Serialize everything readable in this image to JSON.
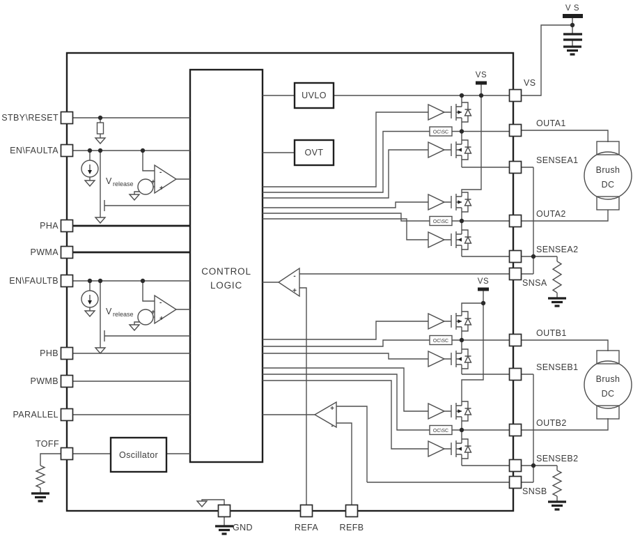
{
  "colors": {
    "wire": "#4f4f4f",
    "bold": "#1f1f1f",
    "text": "#3b3b3b",
    "background": "#ffffff"
  },
  "left_pins": [
    {
      "label": "STBY\\RESET"
    },
    {
      "label": "EN\\FAULTA"
    },
    {
      "label": "PHA"
    },
    {
      "label": "PWMA"
    },
    {
      "label": "EN\\FAULTB"
    },
    {
      "label": "PHB"
    },
    {
      "label": "PWMB"
    },
    {
      "label": "PARALLEL"
    },
    {
      "label": "TOFF"
    }
  ],
  "right_pins": [
    {
      "label": "VS"
    },
    {
      "label": "OUTA1"
    },
    {
      "label": "SENSEA1"
    },
    {
      "label": "OUTA2"
    },
    {
      "label": "SENSEA2"
    },
    {
      "label": "SNSA"
    },
    {
      "label": "OUTB1"
    },
    {
      "label": "SENSEB1"
    },
    {
      "label": "OUTB2"
    },
    {
      "label": "SENSEB2"
    },
    {
      "label": "SNSB"
    }
  ],
  "bottom_pins": [
    {
      "label": "GND"
    },
    {
      "label": "REFA"
    },
    {
      "label": "REFB"
    }
  ],
  "blocks": {
    "control_line1": "CONTROL",
    "control_line2": "LOGIC",
    "uvlo": "UVLO",
    "ovt": "OVT",
    "oscillator": "Oscillator",
    "ocsc": "OC\\SC"
  },
  "labels": {
    "vs_supply_top": "V S",
    "vs_rail": "VS",
    "v_release_base": "V",
    "v_release_sub": "release",
    "plus": "+",
    "minus": "-",
    "motor_line1": "Brush",
    "motor_line2": "DC"
  }
}
